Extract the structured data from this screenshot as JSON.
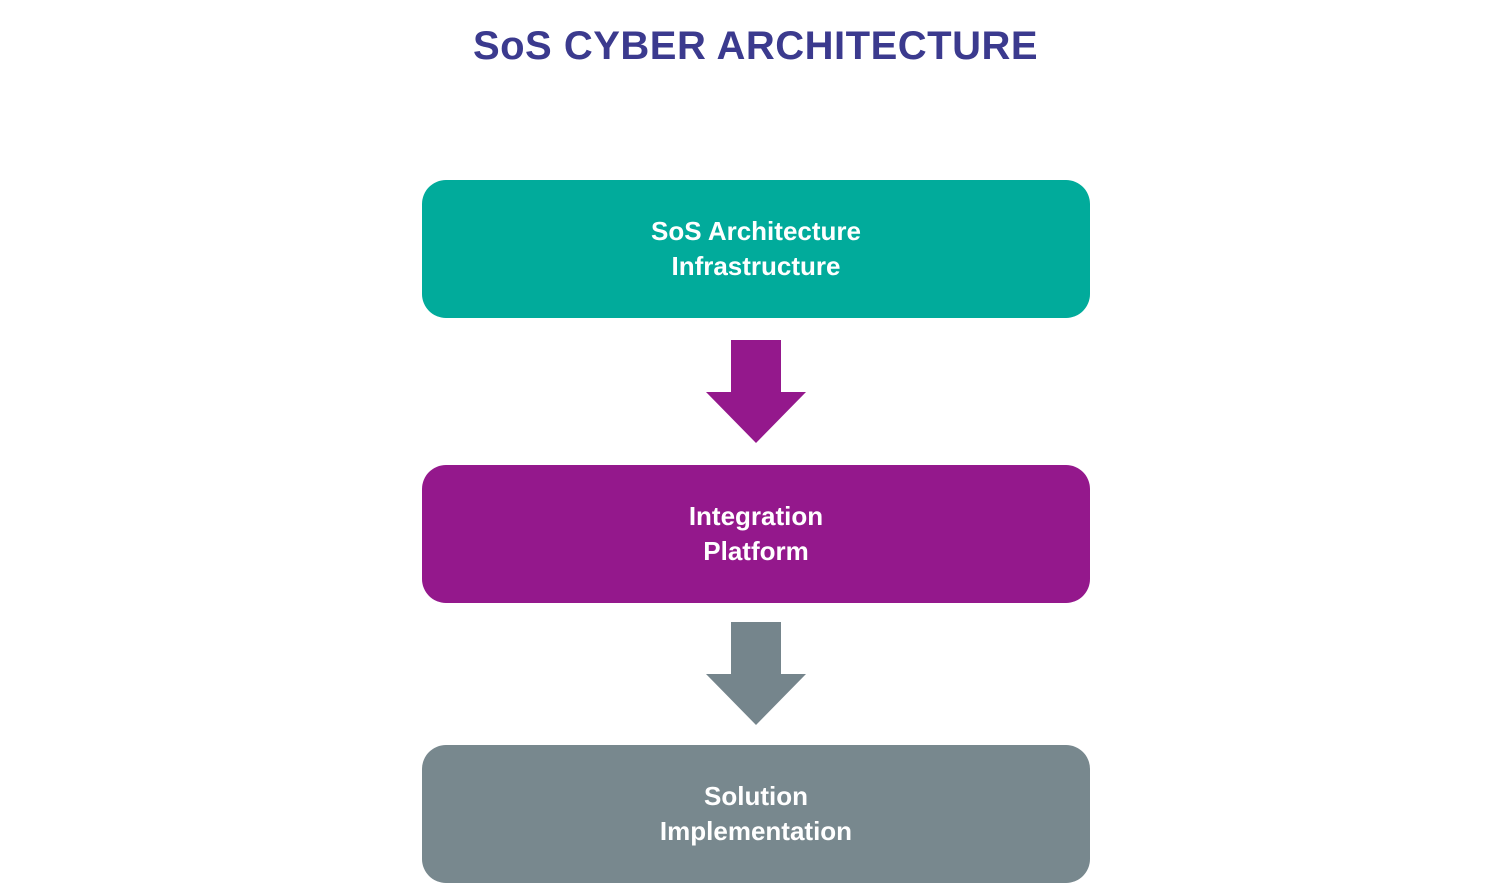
{
  "title": {
    "text": "SoS CYBER ARCHITECTURE",
    "color": "#3B3A8E"
  },
  "colors": {
    "teal": "#01AB9B",
    "purple": "#94188C",
    "gray": "#78888E",
    "arrow_purple": "#94188C",
    "arrow_gray": "#75858C",
    "background": "#FFFFFF",
    "box_text": "#FFFFFF"
  },
  "flow": {
    "boxes": [
      {
        "line1": "SoS Architecture",
        "line2": "Infrastructure",
        "color": "#01AB9B"
      },
      {
        "line1": "Integration",
        "line2": "Platform",
        "color": "#94188C"
      },
      {
        "line1": "Solution",
        "line2": "Implementation",
        "color": "#78888E"
      }
    ],
    "arrows": [
      {
        "name": "arrow-infrastructure-to-integration",
        "color": "#94188C"
      },
      {
        "name": "arrow-integration-to-solution",
        "color": "#75858C"
      }
    ]
  }
}
